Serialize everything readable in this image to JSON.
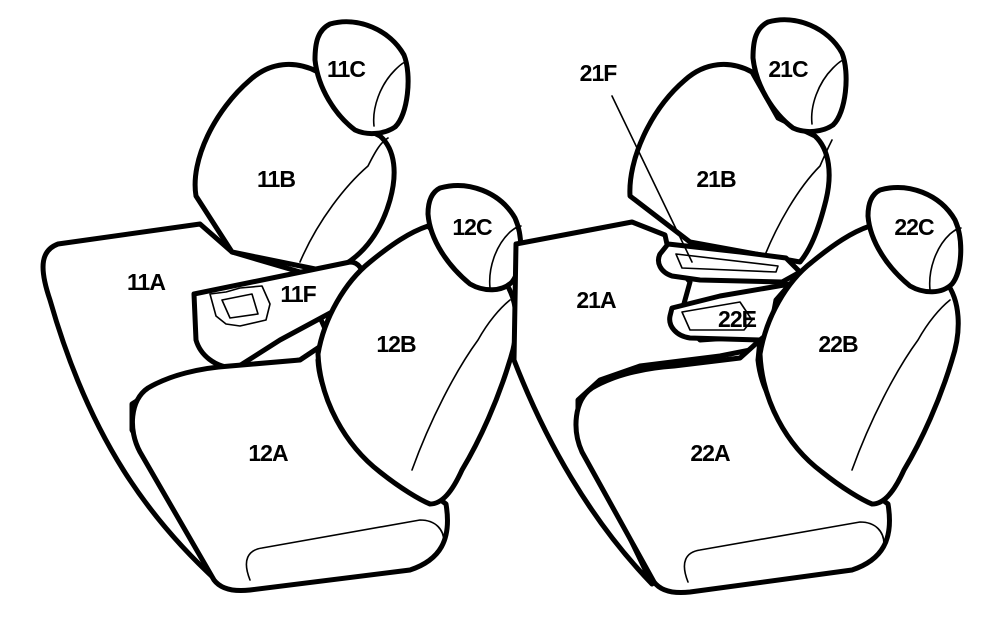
{
  "labels": {
    "l11A": "11A",
    "l11B": "11B",
    "l11C": "11C",
    "l11F": "11F",
    "l12A": "12A",
    "l12B": "12B",
    "l12C": "12C",
    "l21A": "21A",
    "l21B": "21B",
    "l21C": "21C",
    "l21F": "21F",
    "l22A": "22A",
    "l22B": "22B",
    "l22C": "22C",
    "l22E": "22E"
  }
}
